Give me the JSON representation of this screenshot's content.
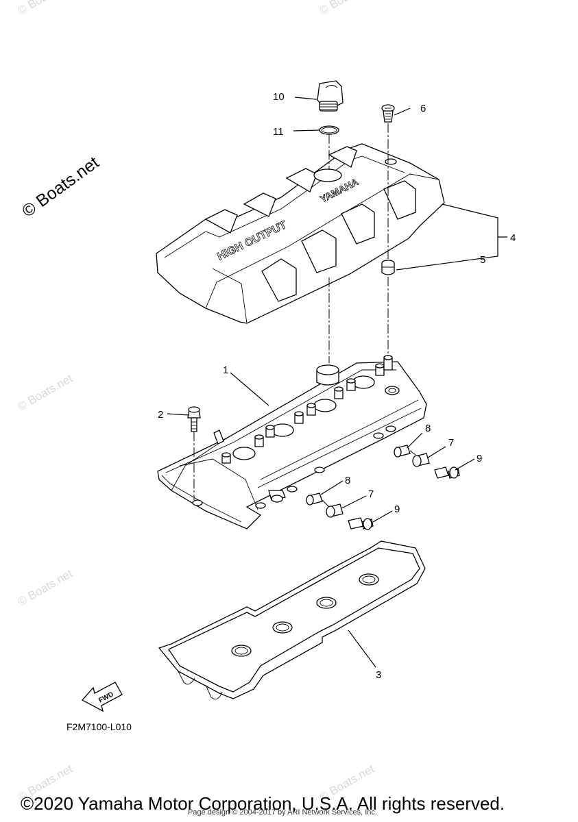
{
  "watermarks": {
    "main": "© Boats.net",
    "faint": "© Boats.net"
  },
  "callouts": {
    "n1": "1",
    "n2": "2",
    "n3": "3",
    "n4": "4",
    "n5": "5",
    "n6": "6",
    "n7a": "7",
    "n7b": "7",
    "n8a": "8",
    "n8b": "8",
    "n9a": "9",
    "n9b": "9",
    "n10": "10",
    "n11": "11"
  },
  "cover_text": {
    "brand": "YAMAHA",
    "model": "HIGH OUTPUT"
  },
  "fwd_label": "FWD",
  "part_code": "F2M7100-L010",
  "footer": {
    "copyright": "©2020 Yamaha Motor Corporation, U.S.A. All rights reserved.",
    "page_design": "Page design © 2004-2017 by ARI Network Services, Inc."
  }
}
